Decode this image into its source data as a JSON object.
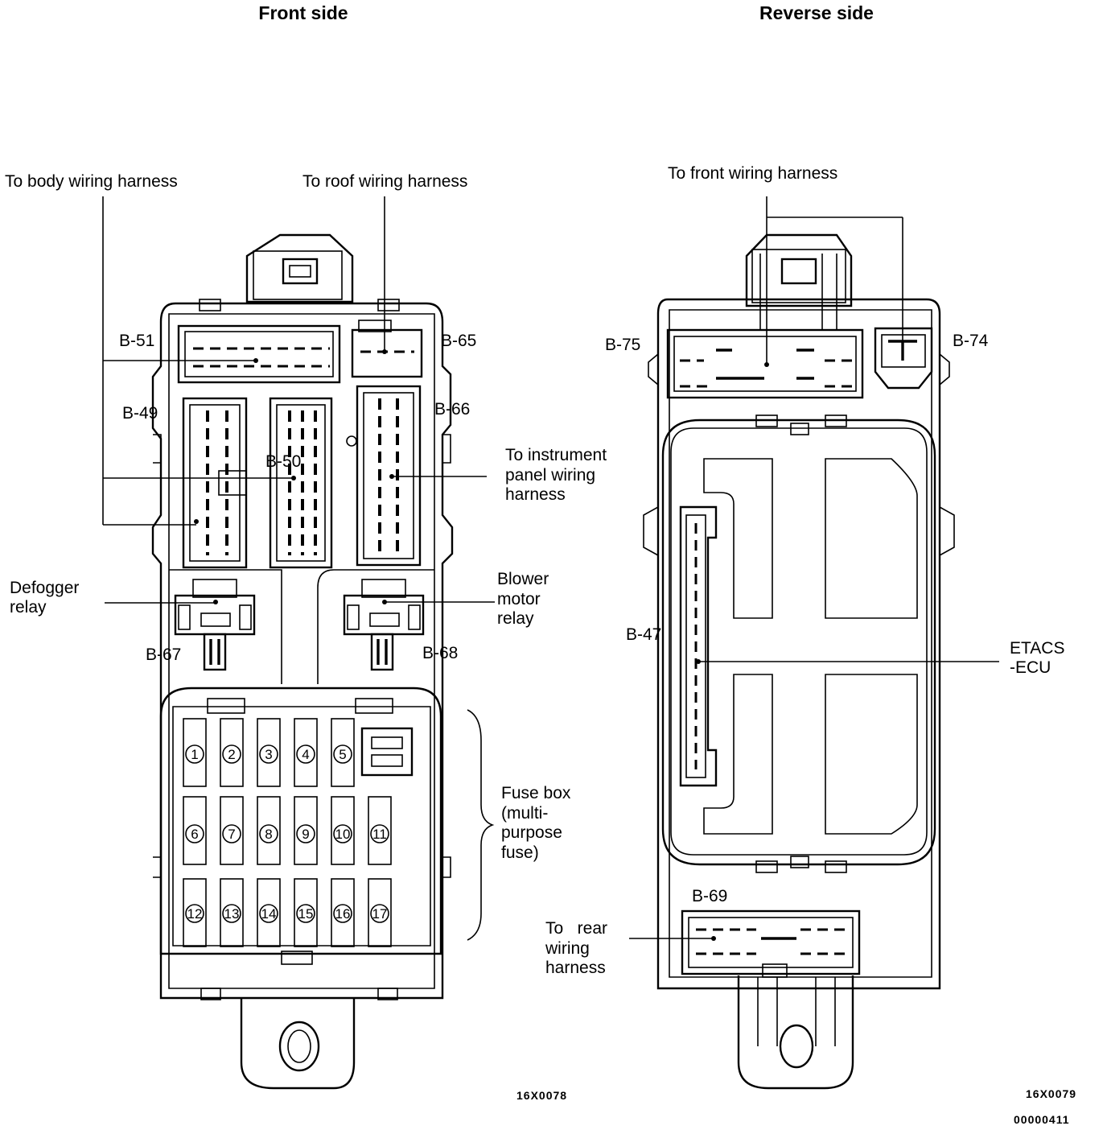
{
  "titles": {
    "front": "Front side",
    "reverse": "Reverse side"
  },
  "front": {
    "labels": {
      "body_harness": "To body wiring harness",
      "roof_harness": "To roof wiring harness",
      "instrument_line1": "To instrument",
      "instrument_line2": "panel  wiring",
      "instrument_line3": "harness",
      "defogger_line1": "Defogger",
      "defogger_line2": "relay",
      "blower_line1": "Blower",
      "blower_line2": "motor",
      "blower_line3": "relay",
      "fusebox_line1": "Fuse box",
      "fusebox_line2": "(multi-",
      "fusebox_line3": "purpose",
      "fusebox_line4": "fuse)"
    },
    "connectors": {
      "b51": "B-51",
      "b65": "B-65",
      "b49": "B-49",
      "b66": "B-66",
      "b50": "B-50",
      "b67": "B-67",
      "b68": "B-68"
    },
    "fuse_numbers": [
      "1",
      "2",
      "3",
      "4",
      "5",
      "6",
      "7",
      "8",
      "9",
      "10",
      "11",
      "12",
      "13",
      "14",
      "15",
      "16",
      "17"
    ],
    "figure_code": "16X0078"
  },
  "reverse": {
    "labels": {
      "front_harness": "To front wiring harness",
      "etacs_line1": "ETACS",
      "etacs_line2": "-ECU",
      "rear_line1": "To   rear",
      "rear_line2": "wiring",
      "rear_line3": "harness"
    },
    "connectors": {
      "b75": "B-75",
      "b74": "B-74",
      "b47": "B-47",
      "b69": "B-69"
    },
    "figure_code": "16X0079"
  },
  "document_code": "00000411"
}
